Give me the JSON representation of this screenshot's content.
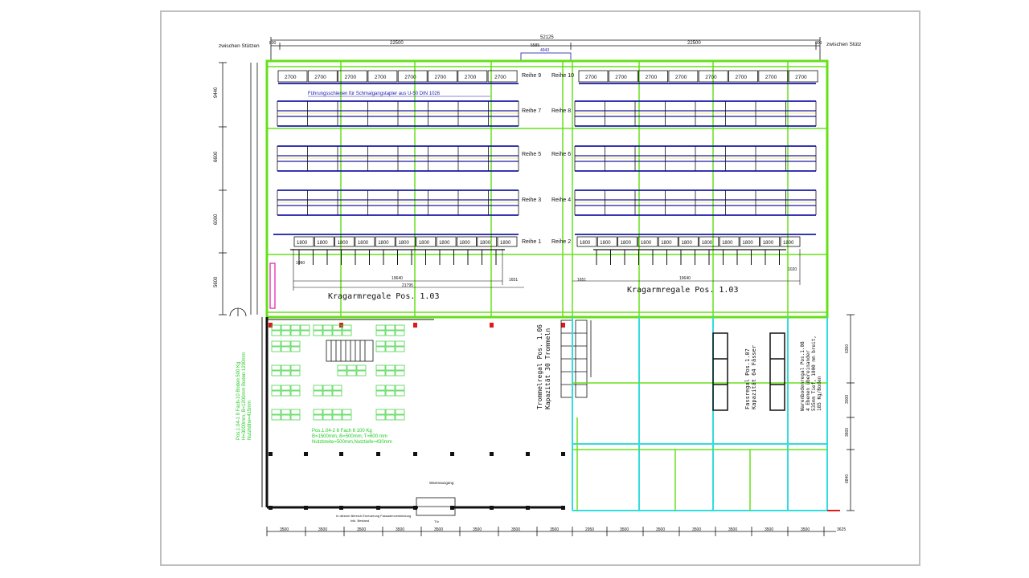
{
  "header": {
    "left_label": "zwischen Stützen",
    "right_label": "zwischen Stütz",
    "total_width": "52125",
    "half_left": "22500",
    "half_right": "22500",
    "edge_left": "800",
    "edge_right": "800",
    "mid_dim": "5585",
    "mid_sub": "4943"
  },
  "top_row_cells": [
    "2700",
    "2700",
    "2700",
    "2700",
    "2700",
    "2700",
    "2700",
    "2700",
    "2700",
    "2700",
    "2700",
    "2700",
    "2700",
    "2700",
    "2700",
    "2700"
  ],
  "bottom_row_cells": [
    "1800",
    "1800",
    "1800",
    "1800",
    "1800",
    "1800",
    "1800",
    "1800",
    "1800",
    "1800",
    "1800",
    "1800",
    "1800",
    "1800",
    "1800",
    "1800",
    "1800",
    "1800",
    "1800",
    "1800",
    "1800",
    "1800"
  ],
  "row_labels": {
    "r9": "Reihe 9",
    "r10": "Reihe 10",
    "r7": "Reihe 7",
    "r8": "Reihe 8",
    "r5": "Reihe 5",
    "r6": "Reihe 6",
    "r3": "Reihe 3",
    "r4": "Reihe 4",
    "r1": "Reihe 1",
    "r2": "Reihe 2"
  },
  "guide_rail_note": "Führungsschienen für Schmalgangstapler aus U-50 DIN 1026",
  "cantilever_left": "Kragarmregale Pos. 1.03",
  "cantilever_right": "Kragarmregale Pos. 1.03",
  "cantilever_dims": {
    "left": "19640",
    "left_total": "21795",
    "right": "19640",
    "small_l": "1651",
    "small_r": "1651",
    "edge_l": "1990",
    "edge_r": "1020"
  },
  "drum_rack": "Trommelregal Pos. 1.06\nKapazität 30 Trommeln",
  "barrel_rack": "Fassregal Pos.1.07\nKapazität 64 Fässer",
  "gitterbox_rack": "Warenbodenregal Pos.1.08\n4 Ebenen übereinander\n535mm Tief, 1000 mm breit,\n185 Kg/Boden",
  "shelf_left_note": "Pos.1.04-1 9 Fach-10 Boden 500 Kg\nH=3000mm, B=1200mm Boden 1200mm\nNutzhöhe=415mm",
  "shelf_bottom_note": "Pos.1.04-2 6 Fach 6 100 Kg\nB=1500mm, B=500mm, T=600 mm\nNutzbreite=500mm,Nutztiefe=430mm",
  "goods_out": "Warenausgang",
  "goods_out_sub": "Tür",
  "footer_note": "In diesem Bereich Erneuerung Fassadenverkleidung\nInkl. Bestand",
  "left_dims": [
    "9440",
    "6600",
    "6000",
    "5600"
  ],
  "right_dims": [
    "6360",
    "3000",
    "3600",
    "6840"
  ],
  "bottom_dims": [
    "3500",
    "3500",
    "3500",
    "3500",
    "3500",
    "3500",
    "3500",
    "3500",
    "2950",
    "3500",
    "3500",
    "3500",
    "3500",
    "3500",
    "3500",
    "3625"
  ],
  "colors": {
    "blue": "#1a1aa8",
    "green": "#66e01a",
    "cyan": "#33dddd",
    "red": "#e01a1a",
    "black": "#111111",
    "magenta": "#e01aa8"
  }
}
